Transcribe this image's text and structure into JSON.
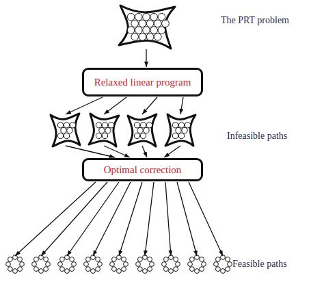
{
  "diagram": {
    "nodes": [
      {
        "text": [
          "Relaxed linear program"
        ]
      },
      {
        "text": [
          "Optimal correction"
        ]
      }
    ],
    "labels": [
      "The PRT problem",
      "Infeasible paths",
      "Feasible paths"
    ]
  }
}
